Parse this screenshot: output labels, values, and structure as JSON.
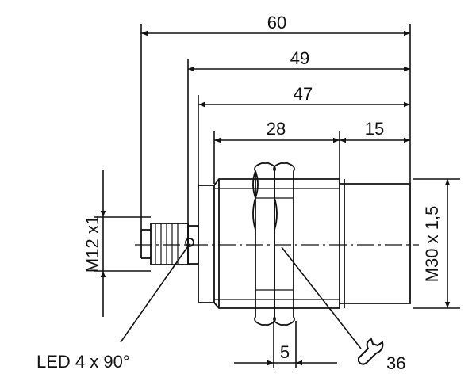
{
  "drawing": {
    "dimensions": {
      "overall_length": "60",
      "length_to_connector_flange": "49",
      "body_length": "47",
      "thread_length": "28",
      "plain_section_length": "15",
      "nut_thickness": "5",
      "connector_thread": "M12 x1",
      "body_thread": "M30 x 1,5",
      "wrench_size": "36"
    },
    "labels": {
      "led": "LED 4 x 90°"
    },
    "icons": {
      "wrench": "wrench-icon"
    }
  }
}
